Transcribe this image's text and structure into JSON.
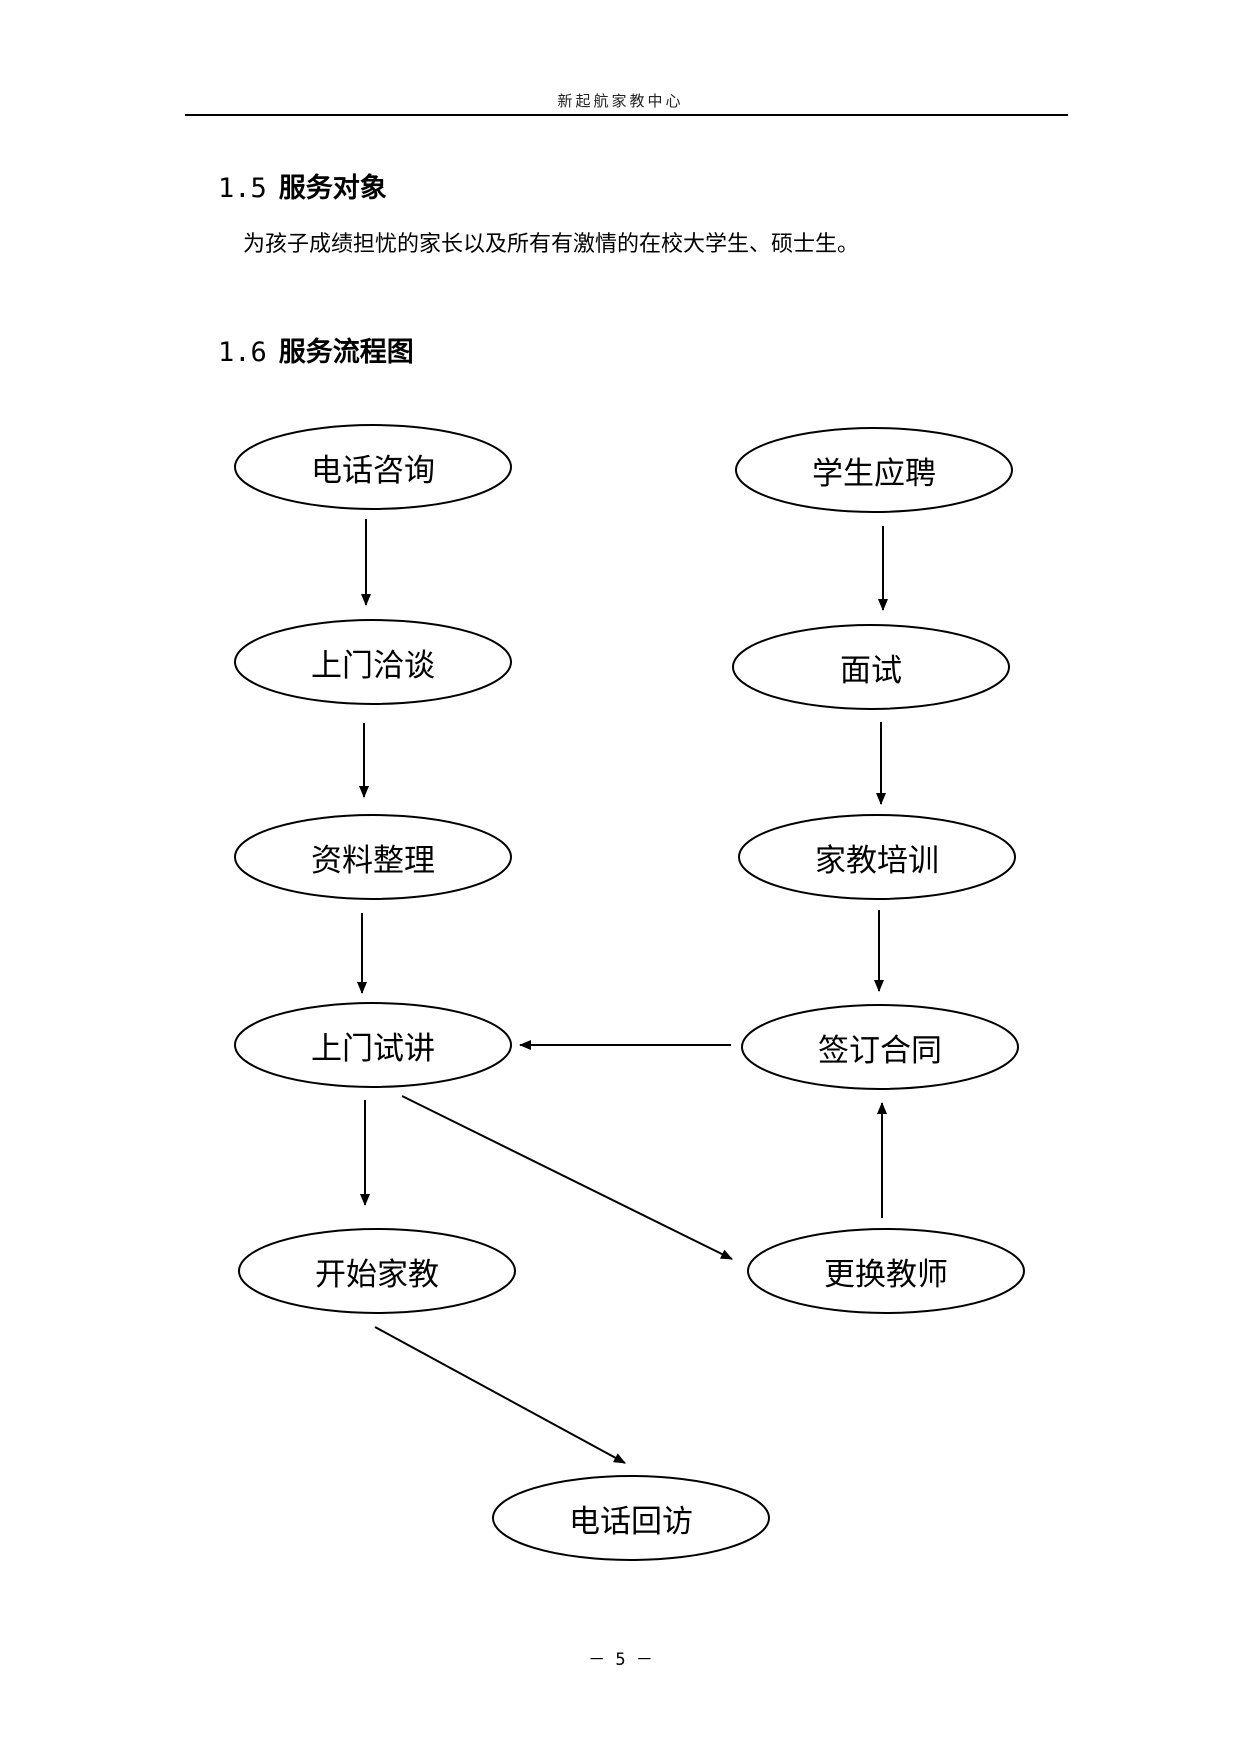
{
  "header": {
    "title": "新起航家教中心"
  },
  "section_1_5": {
    "number": "1.5",
    "title": "服务对象",
    "body": "为孩子成绩担忧的家长以及所有有激情的在校大学生、硕士生。"
  },
  "section_1_6": {
    "number": "1.6",
    "title": "服务流程图"
  },
  "flowchart": {
    "nodes": {
      "phone_consult": "电话咨询",
      "home_talk": "上门洽谈",
      "data_organize": "资料整理",
      "trial_lecture": "上门试讲",
      "start_tutoring": "开始家教",
      "phone_followup": "电话回访",
      "student_apply": "学生应聘",
      "interview": "面试",
      "tutor_training": "家教培训",
      "sign_contract": "签订合同",
      "change_teacher": "更换教师"
    },
    "edges": [
      {
        "from": "电话咨询",
        "to": "上门洽谈"
      },
      {
        "from": "上门洽谈",
        "to": "资料整理"
      },
      {
        "from": "资料整理",
        "to": "上门试讲"
      },
      {
        "from": "上门试讲",
        "to": "开始家教"
      },
      {
        "from": "上门试讲",
        "to": "更换教师"
      },
      {
        "from": "开始家教",
        "to": "电话回访"
      },
      {
        "from": "学生应聘",
        "to": "面试"
      },
      {
        "from": "面试",
        "to": "家教培训"
      },
      {
        "from": "家教培训",
        "to": "签订合同"
      },
      {
        "from": "签订合同",
        "to": "上门试讲"
      },
      {
        "from": "更换教师",
        "to": "签订合同"
      }
    ]
  },
  "footer": {
    "page_number": "－ 5 －"
  }
}
